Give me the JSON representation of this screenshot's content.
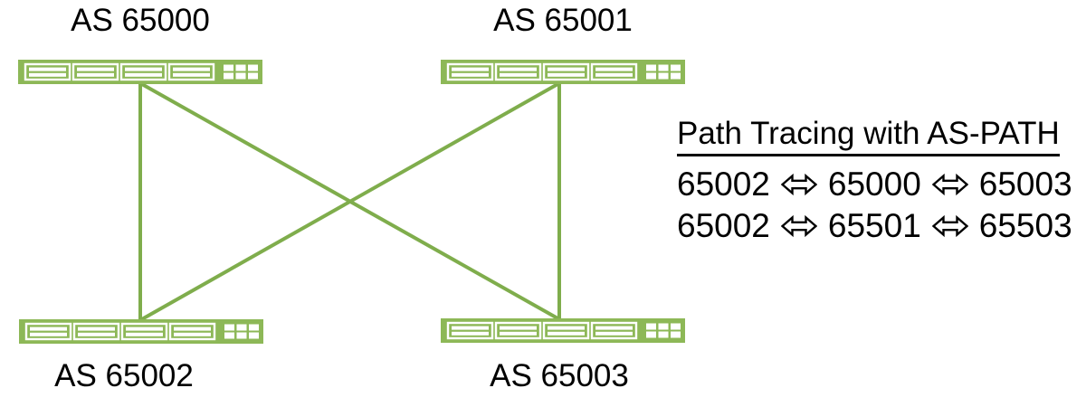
{
  "colors": {
    "node_green": "#8DB857",
    "link_green": "#7FAD4C",
    "text_black": "#000000",
    "background": "#FFFFFF"
  },
  "nodes": [
    {
      "id": "as65000",
      "label": "AS 65000"
    },
    {
      "id": "as65001",
      "label": "AS 65001"
    },
    {
      "id": "as65002",
      "label": "AS 65002"
    },
    {
      "id": "as65003",
      "label": "AS 65003"
    }
  ],
  "links": [
    {
      "from": "as65000",
      "to": "as65002"
    },
    {
      "from": "as65000",
      "to": "as65003"
    },
    {
      "from": "as65001",
      "to": "as65002"
    },
    {
      "from": "as65001",
      "to": "as65003"
    }
  ],
  "panel": {
    "title": "Path Tracing with AS-PATH",
    "paths": [
      {
        "hops": [
          "65002",
          "65000",
          "65003"
        ],
        "text": "65002 ⇔ 65000 ⇔ 65003"
      },
      {
        "hops": [
          "65002",
          "65501",
          "65503"
        ],
        "text": "65002 ⇔ 65501 ⇔ 65503"
      }
    ]
  }
}
